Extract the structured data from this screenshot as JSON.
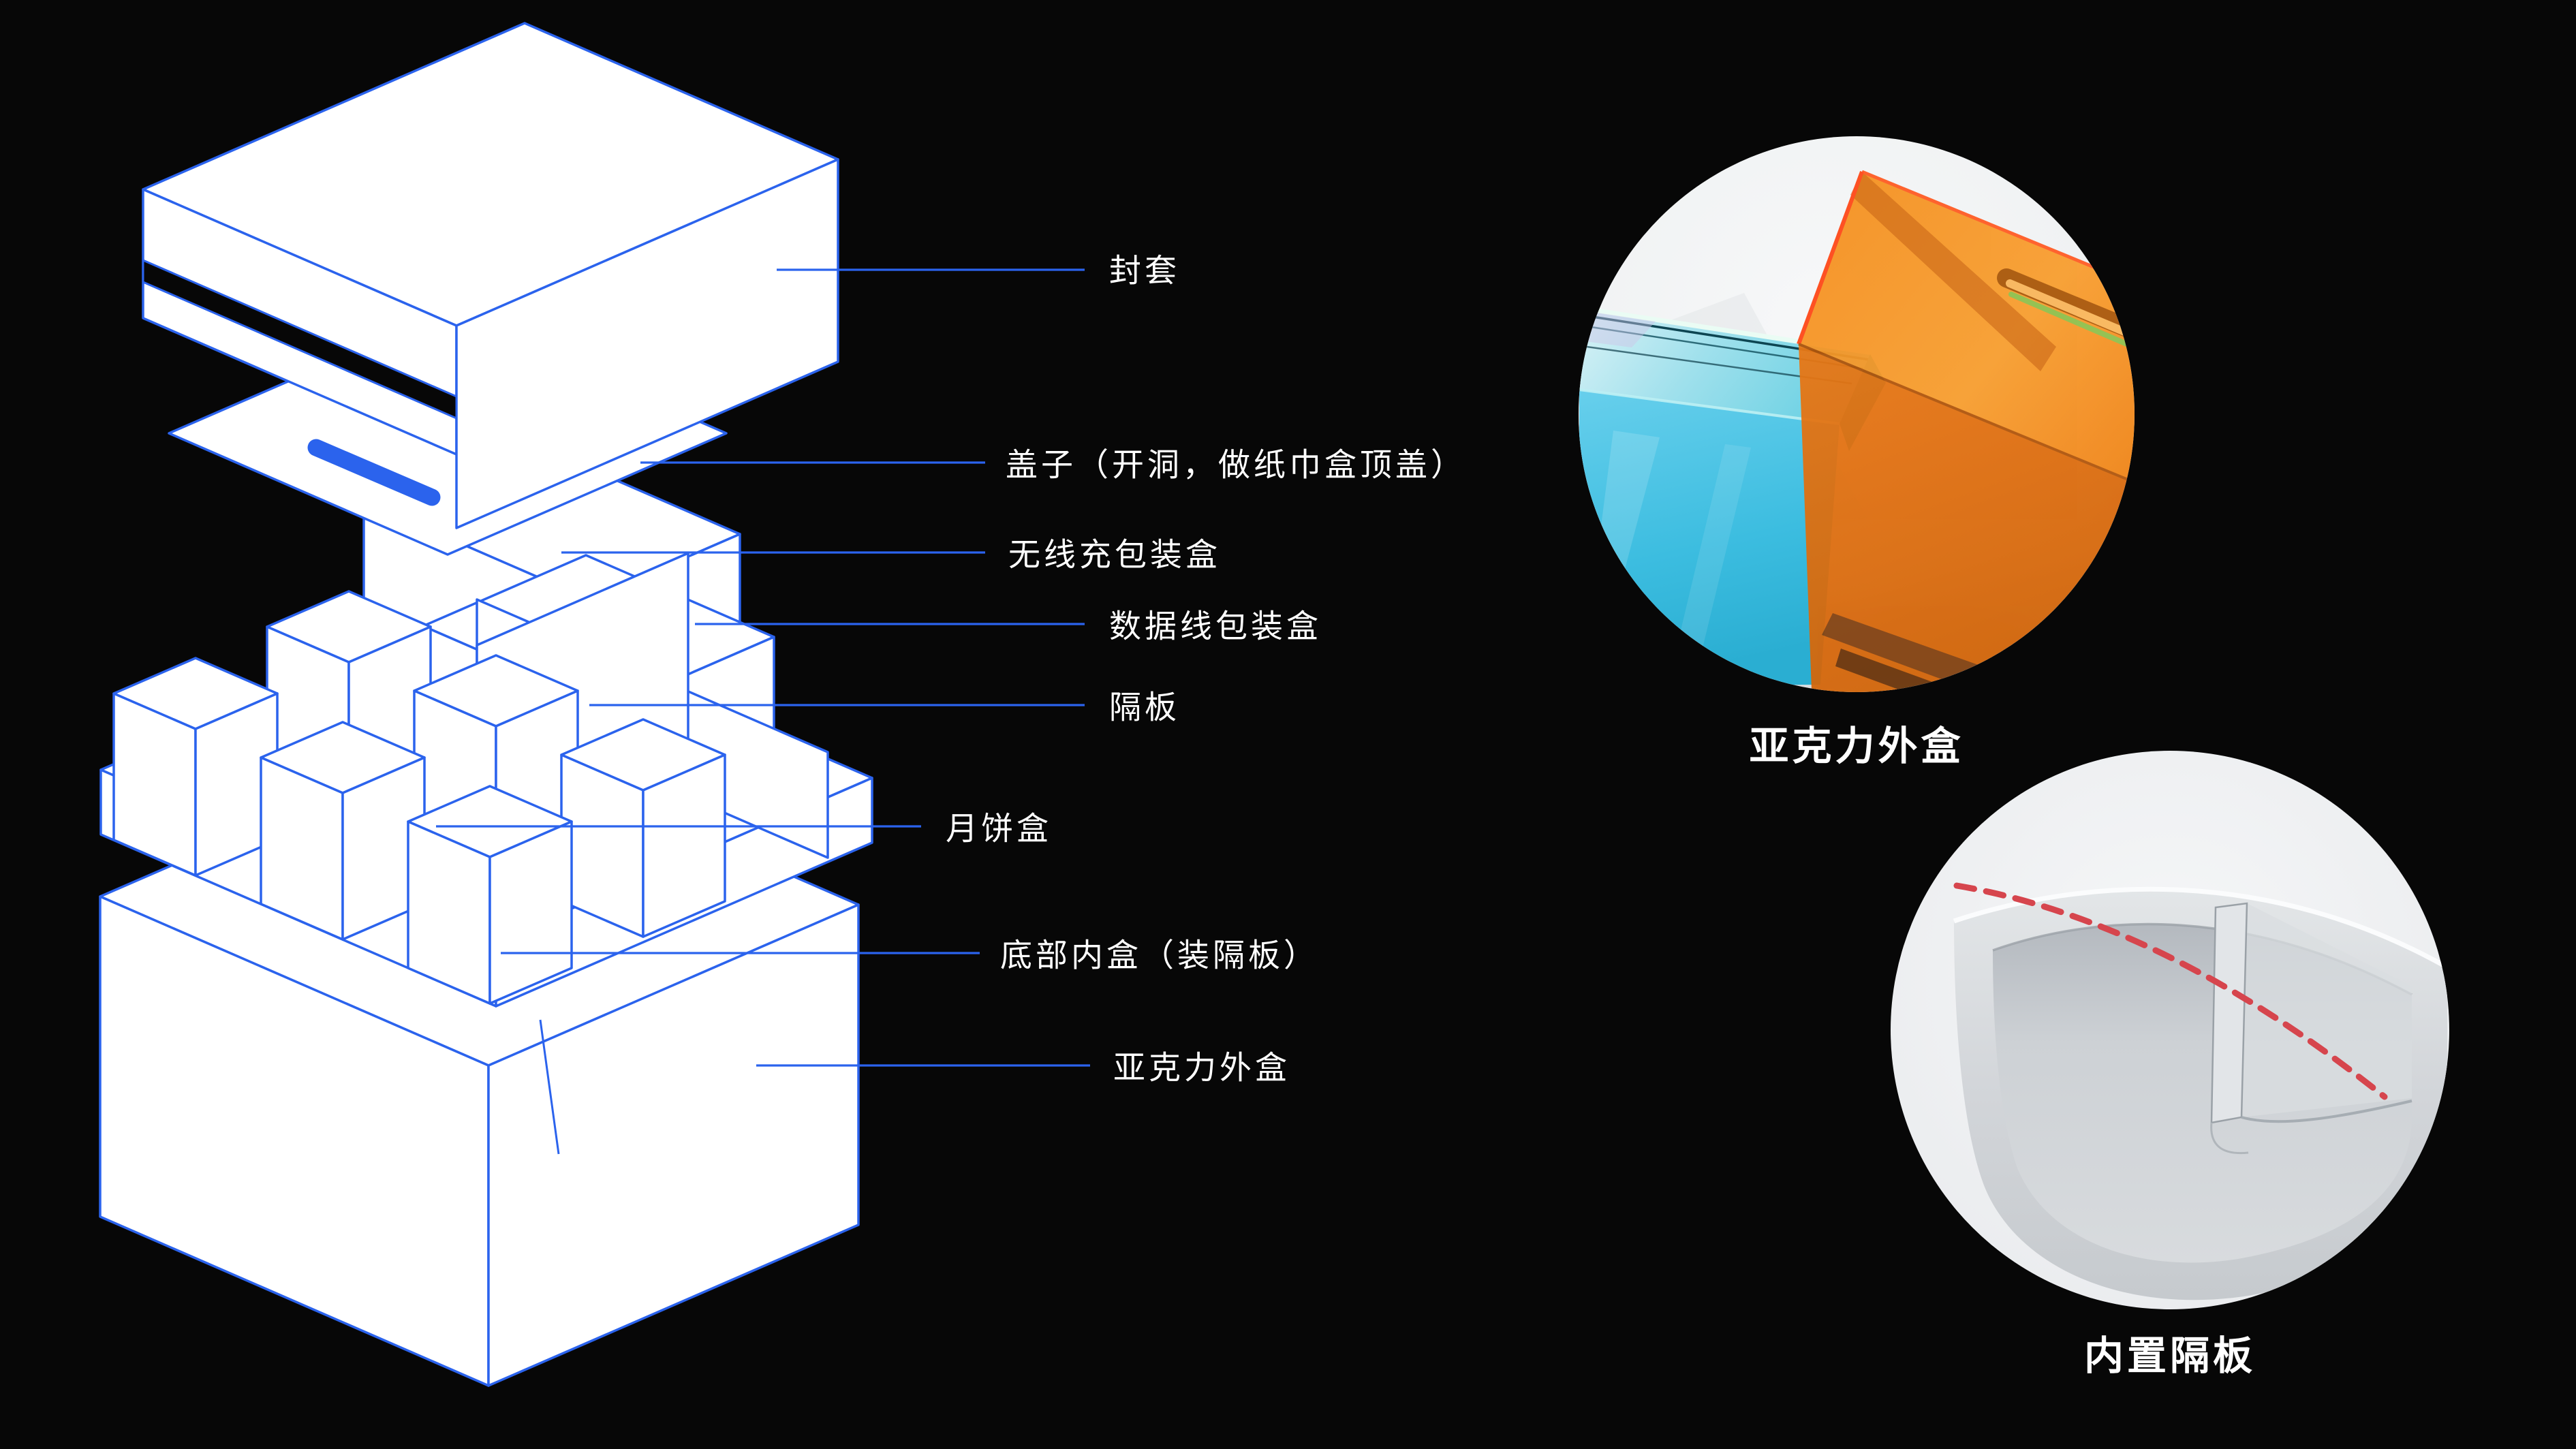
{
  "colors": {
    "background": "#070707",
    "line_blue": "#2b63ed",
    "label_white": "#ffffff",
    "photo_orange": "#ee7d12",
    "photo_cyan": "#3fc0e0",
    "tray_gray": "#d3d6d9",
    "annotation_red": "#d6454d"
  },
  "diagram": {
    "callouts": [
      {
        "id": "sleeve",
        "text": "封套"
      },
      {
        "id": "lid",
        "text": "盖子（开洞，做纸巾盒顶盖）"
      },
      {
        "id": "wireless-charger-box",
        "text": "无线充包装盒"
      },
      {
        "id": "data-cable-box",
        "text": "数据线包装盒"
      },
      {
        "id": "divider",
        "text": "隔板"
      },
      {
        "id": "mooncake-box",
        "text": "月饼盒"
      },
      {
        "id": "bottom-inner-box",
        "text": "底部内盒（装隔板）"
      },
      {
        "id": "acrylic-outer-box",
        "text": "亚克力外盒"
      }
    ]
  },
  "photos": [
    {
      "id": "acrylic-outer-box-photo",
      "caption": "亚克力外盒"
    },
    {
      "id": "inner-divider-photo",
      "caption": "内置隔板"
    }
  ]
}
